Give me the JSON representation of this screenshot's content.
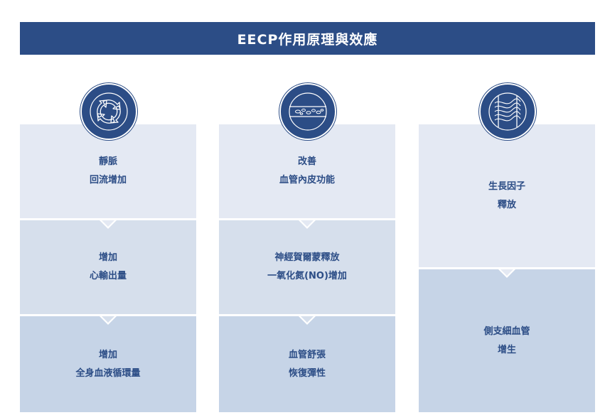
{
  "title": "EECP作用原理與效應",
  "columns": [
    {
      "icon": "circular-arrows-icon",
      "boxes": [
        {
          "line1": "靜脈",
          "line2": "回流增加"
        },
        {
          "line1": "增加",
          "line2": "心輸出量"
        },
        {
          "line1": "增加",
          "line2": "全身血液循環量"
        }
      ]
    },
    {
      "icon": "blood-vessel-icon",
      "boxes": [
        {
          "line1": "改善",
          "line2": "血管內皮功能"
        },
        {
          "line1": "神經賀爾蒙釋放",
          "line2": "一氧化氮(NO)增加"
        },
        {
          "line1": "血管舒張",
          "line2": "恢復彈性"
        }
      ]
    },
    {
      "icon": "wavy-flow-icon",
      "boxes": [
        {
          "line1": "生長因子",
          "line2": "釋放"
        },
        {
          "line1": "側支細血管",
          "line2": "增生"
        }
      ]
    }
  ],
  "colors": {
    "primary": "#2c4d86",
    "box_light": "#e4e9f3",
    "box_mid": "#d6dfec",
    "box_dark": "#c6d4e7"
  }
}
